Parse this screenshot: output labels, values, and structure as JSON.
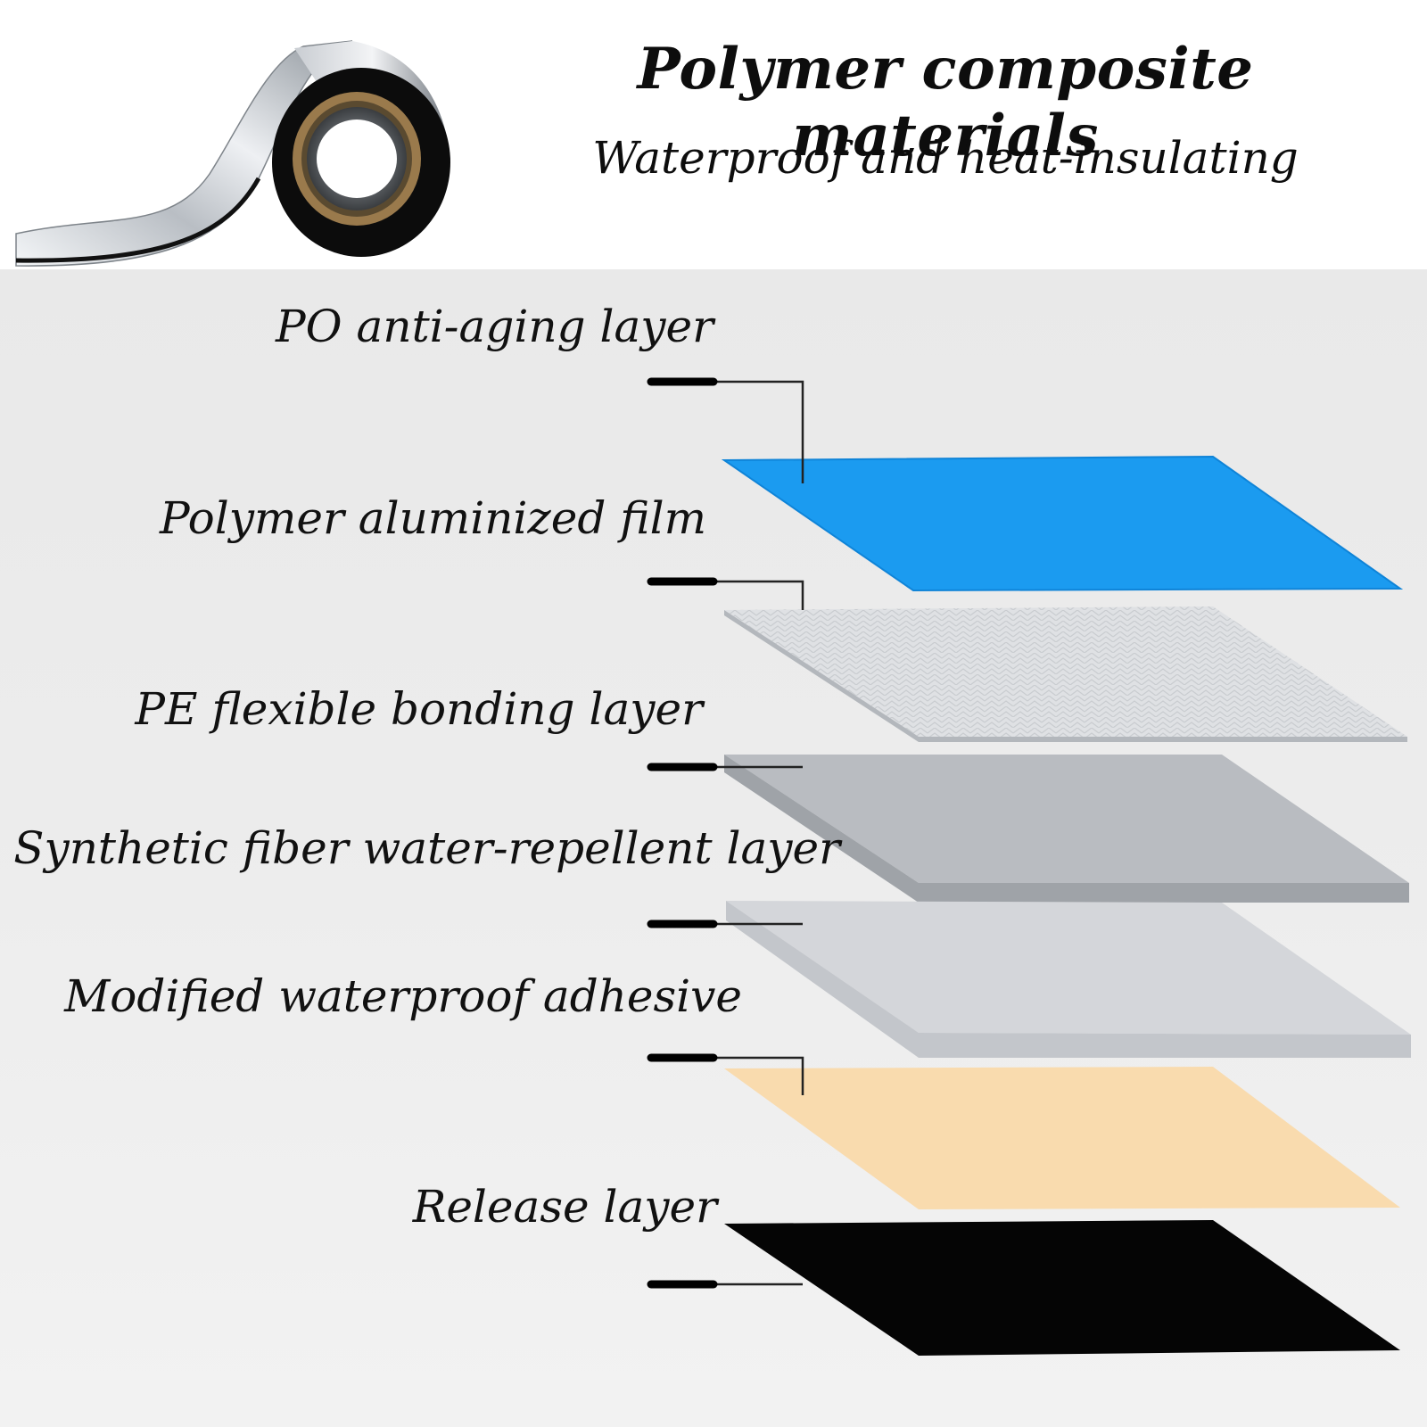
{
  "header": {
    "title": "Polymer composite materials",
    "subtitle": "Waterproof and heat-insulating"
  },
  "layers": [
    {
      "label": "PO anti-aging layer",
      "color": "#1b9bf0"
    },
    {
      "label": "Polymer aluminized film",
      "color": "#dcdee2"
    },
    {
      "label": "PE flexible bonding layer",
      "color": "#b7babf"
    },
    {
      "label": "Synthetic fiber water-repellent layer",
      "color": "#d3d5da"
    },
    {
      "label": "Modified waterproof adhesive",
      "color": "#f9d8a6"
    },
    {
      "label": "Release layer",
      "color": "#050505"
    }
  ],
  "icons": {
    "tape": "tape-roll-icon"
  }
}
